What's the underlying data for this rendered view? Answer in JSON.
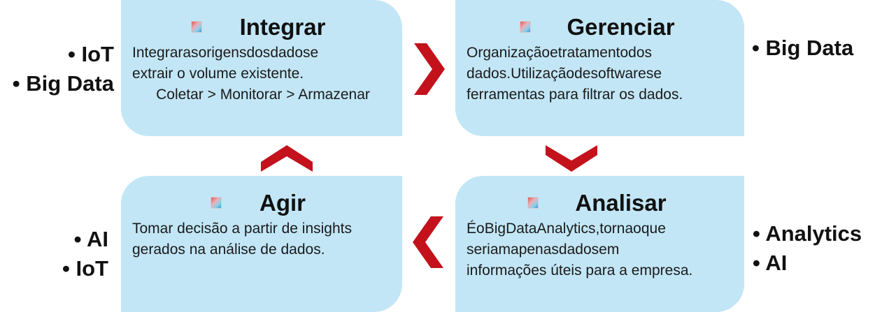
{
  "cards": {
    "integrar": {
      "title": "Integrar",
      "lines": [
        "Integrar as origens dos dados e",
        "extrair o volume existente.",
        "Coletar >  Monitorar > Armazenar"
      ]
    },
    "gerenciar": {
      "title": "Gerenciar",
      "lines": [
        "Organização e  tratamento dos",
        "dados. Utilização de softwares e",
        "ferramentas para filtrar os dados."
      ]
    },
    "agir": {
      "title": "Agir",
      "lines": [
        "Tomar decisão a partir de insights",
        "gerados na análise de dados."
      ]
    },
    "analisar": {
      "title": "Analisar",
      "lines": [
        "É o Big Data Analytics , torna o que",
        "seriam apenas dados em",
        "informações úteis para a empresa."
      ]
    }
  },
  "side_labels": {
    "top_left": [
      "• IoT",
      "• Big Data"
    ],
    "top_right": [
      "• Big Data"
    ],
    "bottom_left": [
      "• AI",
      "• IoT"
    ],
    "bottom_right": [
      "• Analytics",
      "• AI"
    ]
  },
  "colors": {
    "card_fill": "#c2e6f6",
    "arrow_fill": "#c3121c",
    "text": "#111111"
  },
  "icons": {
    "card_icon": "gradient-square-icon",
    "arrows": [
      "chevron-right-icon",
      "chevron-down-icon",
      "chevron-left-icon",
      "chevron-up-icon"
    ]
  }
}
